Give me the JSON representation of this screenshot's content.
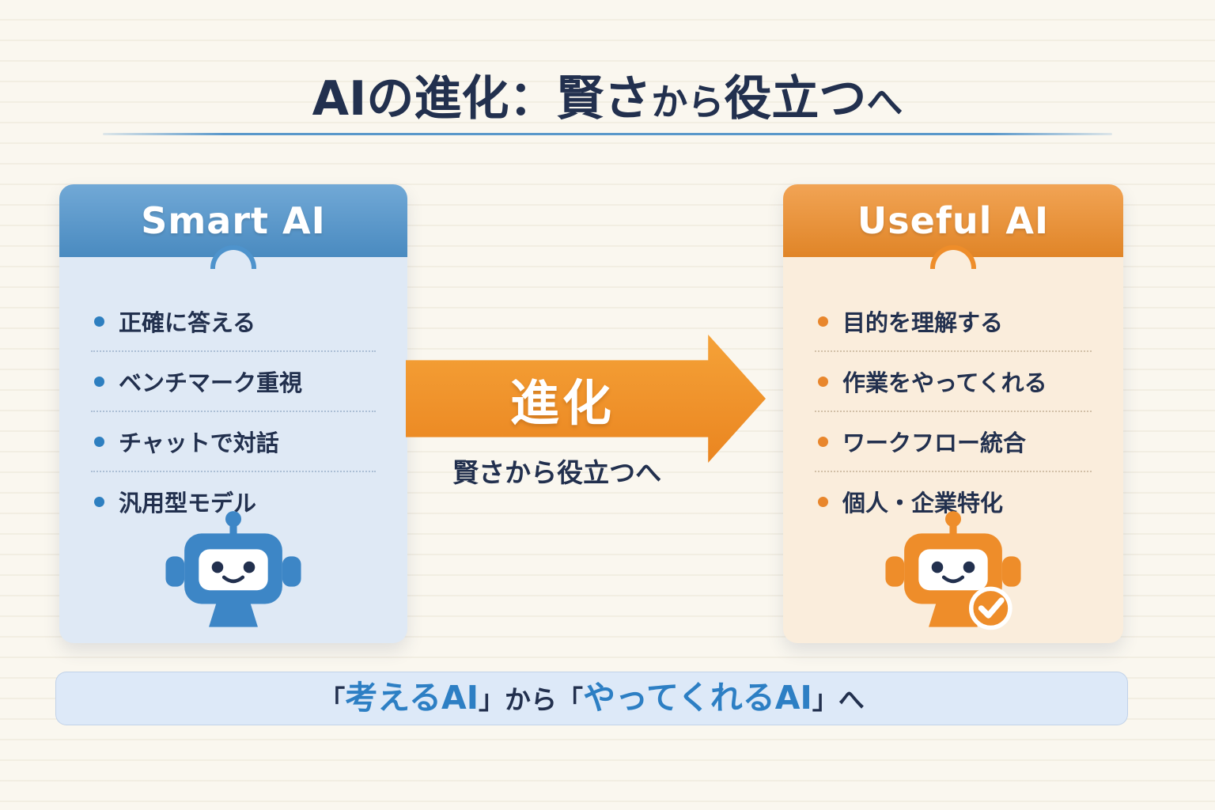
{
  "title": {
    "full": "AIの進化：賢さから役立つへ",
    "segments": [
      {
        "text": "AIの進化：賢さ",
        "emphasis": true
      },
      {
        "text": "から",
        "emphasis": false
      },
      {
        "text": "役立つ",
        "emphasis": true
      },
      {
        "text": "へ",
        "emphasis": false
      }
    ]
  },
  "left_card": {
    "header": "Smart AI",
    "items": [
      "正確に答える",
      "ベンチマーク重視",
      "チャットで対話",
      "汎用型モデル"
    ],
    "icon": "robot-blue-icon"
  },
  "arrow": {
    "label": "進化",
    "sublabel": "賢さから役立つへ",
    "icon": "arrow-right-icon"
  },
  "right_card": {
    "header": "Useful AI",
    "items": [
      "目的を理解する",
      "作業をやってくれる",
      "ワークフロー統合",
      "個人・企業特化"
    ],
    "icon": "robot-orange-check-icon"
  },
  "footer": {
    "full": "「考えるAI」から「やってくれるAI」へ",
    "segments": [
      {
        "text": "「",
        "style": "dark"
      },
      {
        "text": "考えるAI",
        "style": "blue"
      },
      {
        "text": "」から「",
        "style": "dark"
      },
      {
        "text": "やってくれるAI",
        "style": "blue"
      },
      {
        "text": "」へ",
        "style": "dark"
      }
    ]
  },
  "colors": {
    "page-bg": "#faf7ef",
    "dark-text": "#22304e",
    "blue-header": "#4e93cc",
    "blue-body": "#dfe9f5",
    "blue-accent": "#2e7fc0",
    "blue-text": "#2d7fc4",
    "orange-header": "#ee8d2a",
    "orange-body": "#faeddc",
    "orange-accent": "#e8862c",
    "robot-blue": "#3d86c6",
    "robot-orange": "#ee8d2a",
    "banner-bg": "#dde9f8",
    "arrow-orange": "#ef8e2d"
  }
}
